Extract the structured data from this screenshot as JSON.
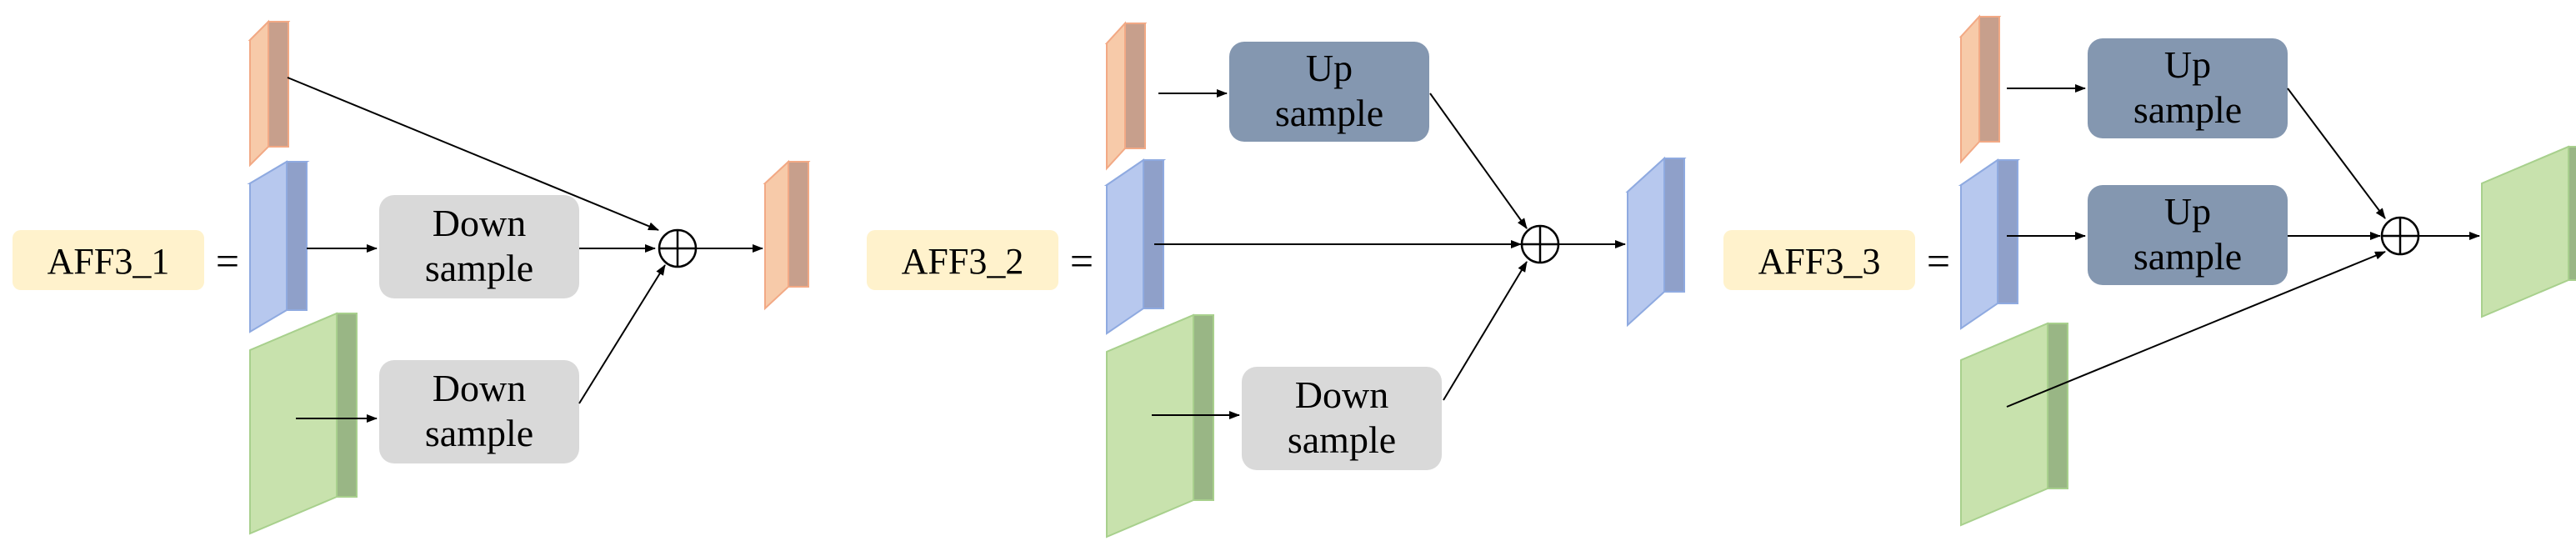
{
  "panels": [
    {
      "label": "AFF3_1",
      "equals": "=",
      "top_block": "",
      "mid_block": "Down\nsample",
      "bot_block": "Down\nsample",
      "top_kind": "none",
      "mid_kind": "down",
      "bot_kind": "down",
      "output_color": "orange"
    },
    {
      "label": "AFF3_2",
      "equals": "=",
      "top_block": "Up\nsample",
      "mid_block": "",
      "bot_block": "Down\nsample",
      "top_kind": "up",
      "mid_kind": "none",
      "bot_kind": "down",
      "output_color": "blue"
    },
    {
      "label": "AFF3_3",
      "equals": "=",
      "top_block": "Up\nsample",
      "mid_block": "Up\nsample",
      "bot_block": "",
      "top_kind": "up",
      "mid_kind": "up",
      "bot_kind": "none",
      "output_color": "green"
    }
  ],
  "colors": {
    "orange_front": "#c79f8c",
    "orange_side": "#f7caa9",
    "orange_edge": "#f2a985",
    "blue_front": "#8fa0c9",
    "blue_side": "#b7c8ee",
    "blue_edge": "#8faae0",
    "green_front": "#99b685",
    "green_side": "#c8e2ad",
    "green_edge": "#a8d08d",
    "down_block": "#d9d9d9",
    "up_block": "#8497b0",
    "label_bg": "#fff2cc"
  }
}
